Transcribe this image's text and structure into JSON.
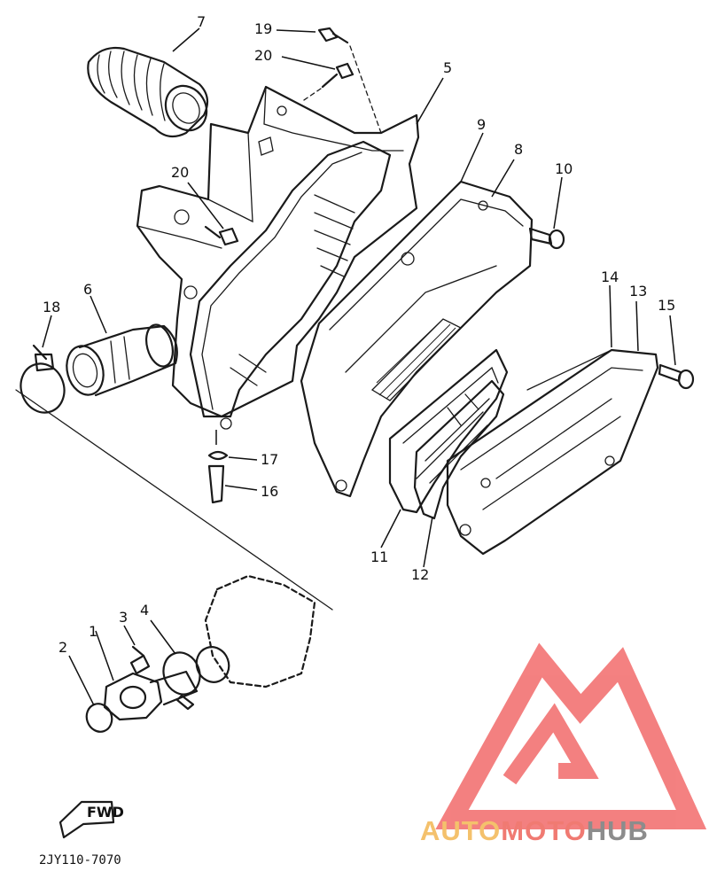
{
  "callouts": [
    {
      "id": "1",
      "label": "1"
    },
    {
      "id": "2",
      "label": "2"
    },
    {
      "id": "3",
      "label": "3"
    },
    {
      "id": "4",
      "label": "4"
    },
    {
      "id": "5",
      "label": "5"
    },
    {
      "id": "6",
      "label": "6"
    },
    {
      "id": "7",
      "label": "7"
    },
    {
      "id": "8",
      "label": "8"
    },
    {
      "id": "9",
      "label": "9"
    },
    {
      "id": "10",
      "label": "10"
    },
    {
      "id": "11",
      "label": "11"
    },
    {
      "id": "12",
      "label": "12"
    },
    {
      "id": "13",
      "label": "13"
    },
    {
      "id": "14",
      "label": "14"
    },
    {
      "id": "15",
      "label": "15"
    },
    {
      "id": "16",
      "label": "16"
    },
    {
      "id": "17",
      "label": "17"
    },
    {
      "id": "18",
      "label": "18"
    },
    {
      "id": "19",
      "label": "19"
    },
    {
      "id": "20a",
      "label": "20"
    },
    {
      "id": "20b",
      "label": "20"
    }
  ],
  "direction_label": "FWD",
  "part_code": "2JY110-7070",
  "watermark": {
    "part1": "AUTO",
    "part2": "MOTO",
    "part3": "HUB",
    "colors": {
      "auto": "#f4c16c",
      "moto": "#f07a72",
      "hub": "#8c8c8c",
      "logo": "#f26b6b"
    }
  }
}
